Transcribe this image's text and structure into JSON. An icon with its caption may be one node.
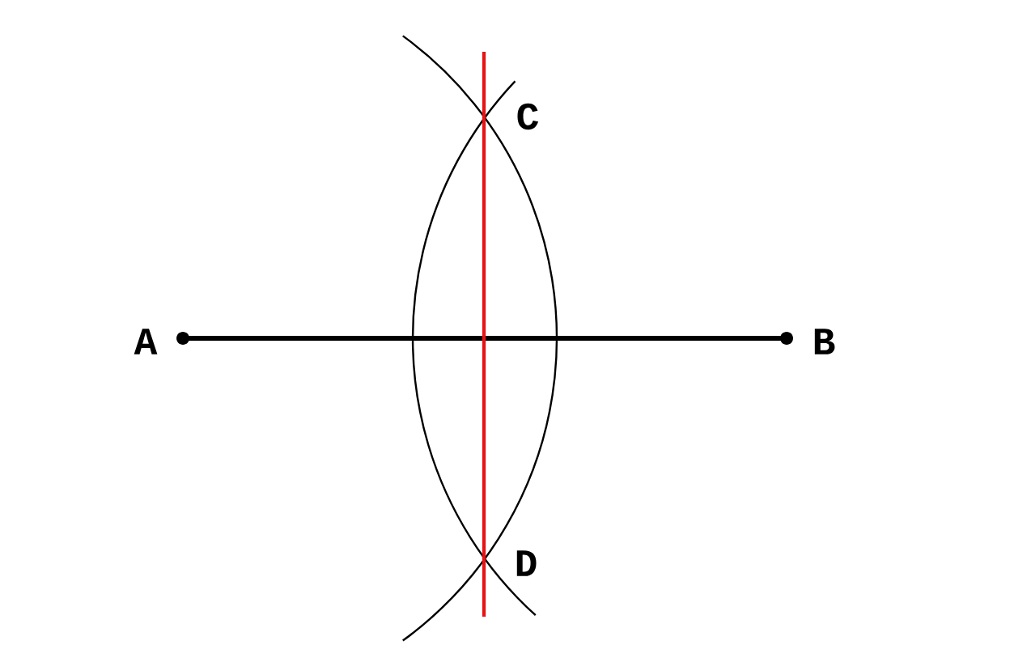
{
  "diagram": {
    "labels": [
      "C",
      "A",
      "B",
      "D"
    ]
  }
}
